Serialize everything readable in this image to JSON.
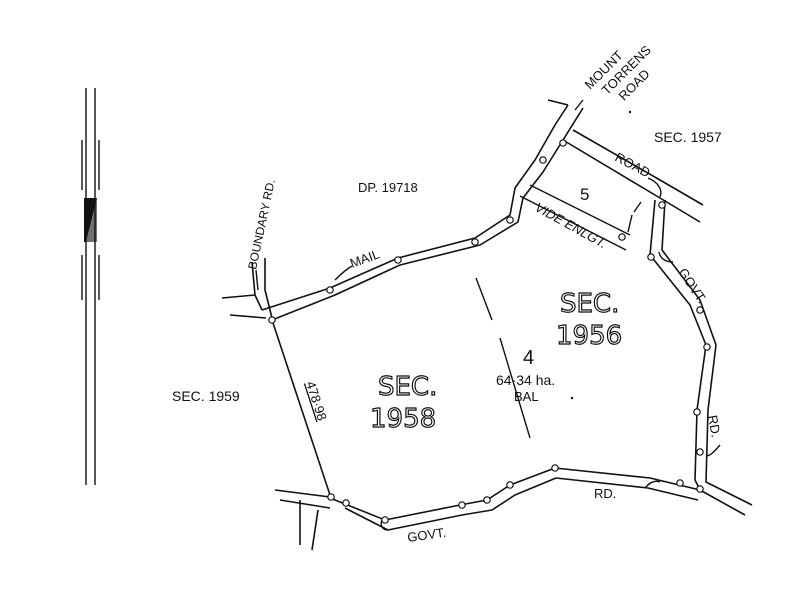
{
  "map": {
    "labels": {
      "mount_torrens_road": [
        "MOUNT",
        "TORRENS",
        "ROAD"
      ],
      "sec_1957": "SEC. 1957",
      "road_top": "ROAD",
      "lot_5": "5",
      "dp": "DP. 19718",
      "boundary_rd": "BOUNDARY RD.",
      "vide_enlgt": "VIDE ENLGT.",
      "mail": "MAIL",
      "govt_right": "GOVT.",
      "sec_1956": [
        "SEC.",
        "1956"
      ],
      "lot_4": "4",
      "area": "64·34 ha.",
      "bal": "BAL",
      "sec_1959": "SEC. 1959",
      "dimension": "478·98",
      "sec_1958": [
        "SEC.",
        "1958"
      ],
      "rd_right": "RD.",
      "rd_bottom": "RD.",
      "govt_bottom": "GOVT."
    },
    "colors": {
      "ink": "#111111",
      "paper": "#ffffff"
    }
  }
}
